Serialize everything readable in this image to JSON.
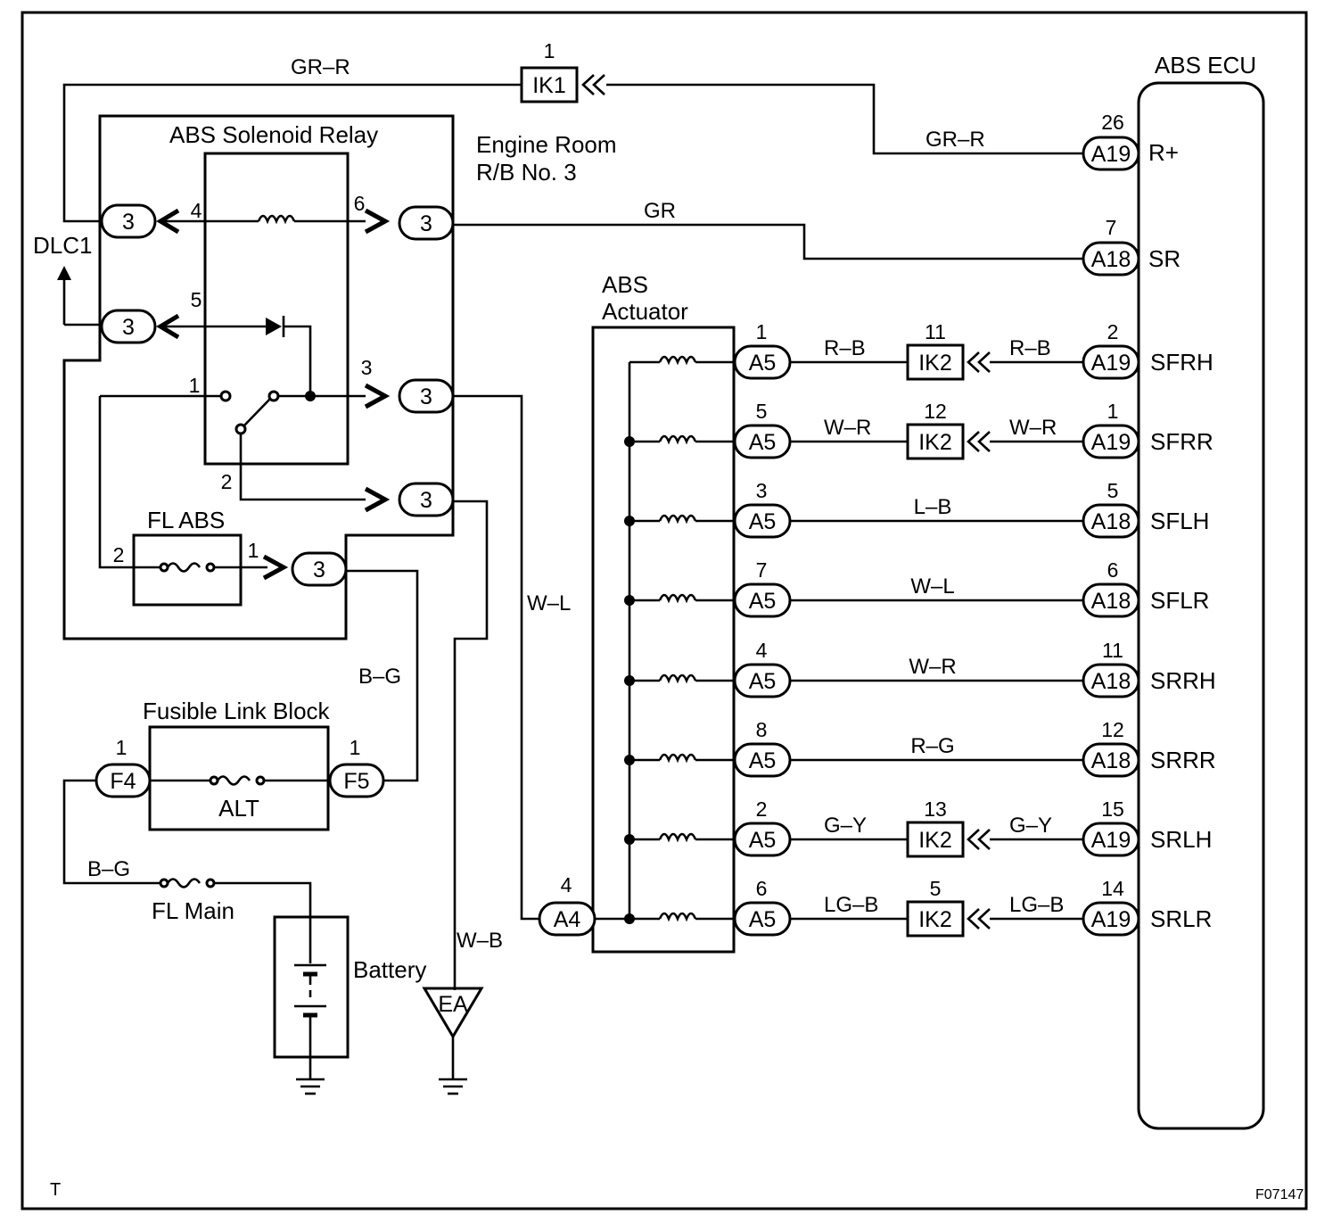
{
  "figure_id": "F07147",
  "corner_mark": "T",
  "components": {
    "abs_ecu": "ABS ECU",
    "abs_solenoid_relay": "ABS Solenoid Relay",
    "engine_room_rb": [
      "Engine Room",
      "R/B No. 3"
    ],
    "abs_actuator": [
      "ABS",
      "Actuator"
    ],
    "dlc": "DLC1",
    "fl_abs": "FL ABS",
    "fusible_link_block": "Fusible Link Block",
    "alt": "ALT",
    "fl_main": "FL Main",
    "battery": "Battery",
    "ground": "EA"
  },
  "wires": {
    "gr_r_top": "GR–R",
    "gr_r_ecu": "GR–R",
    "gr": "GR",
    "w_l": "W–L",
    "b_g_upper": "B–G",
    "b_g_lower": "B–G",
    "w_b": "W–B"
  },
  "ik1": {
    "label": "IK1",
    "pin": "1"
  },
  "relay_connectors": [
    {
      "label": "3",
      "pin": "4"
    },
    {
      "label": "3",
      "pin": "6"
    },
    {
      "label": "3",
      "pin": "5"
    },
    {
      "label": "3",
      "pin": "3"
    },
    {
      "label": "3",
      "pin": ""
    },
    {
      "label": "3",
      "pin": "1"
    }
  ],
  "relay_pins": {
    "p1": "1",
    "p2": "2",
    "fl_left": "2"
  },
  "fusible_connectors": [
    {
      "label": "F4",
      "pin": "1"
    },
    {
      "label": "F5",
      "pin": "1"
    }
  ],
  "a4": {
    "label": "A4",
    "pin": "4"
  },
  "ecu_terminals": [
    {
      "name": "R+",
      "conn": "A19",
      "pin": "26"
    },
    {
      "name": "SR",
      "conn": "A18",
      "pin": "7"
    }
  ],
  "actuator_rows": [
    {
      "a_pin": "1",
      "a_conn": "A5",
      "wire_left": "R–B",
      "ik_conn": "IK2",
      "ik_pin": "11",
      "wire_right": "R–B",
      "ecu_conn": "A19",
      "ecu_pin": "2",
      "terminal": "SFRH"
    },
    {
      "a_pin": "5",
      "a_conn": "A5",
      "wire_left": "W–R",
      "ik_conn": "IK2",
      "ik_pin": "12",
      "wire_right": "W–R",
      "ecu_conn": "A19",
      "ecu_pin": "1",
      "terminal": "SFRR"
    },
    {
      "a_pin": "3",
      "a_conn": "A5",
      "wire_left": "",
      "ik_conn": "",
      "ik_pin": "",
      "wire_right": "L–B",
      "ecu_conn": "A18",
      "ecu_pin": "5",
      "terminal": "SFLH"
    },
    {
      "a_pin": "7",
      "a_conn": "A5",
      "wire_left": "",
      "ik_conn": "",
      "ik_pin": "",
      "wire_right": "W–L",
      "ecu_conn": "A18",
      "ecu_pin": "6",
      "terminal": "SFLR"
    },
    {
      "a_pin": "4",
      "a_conn": "A5",
      "wire_left": "",
      "ik_conn": "",
      "ik_pin": "",
      "wire_right": "W–R",
      "ecu_conn": "A18",
      "ecu_pin": "11",
      "terminal": "SRRH"
    },
    {
      "a_pin": "8",
      "a_conn": "A5",
      "wire_left": "",
      "ik_conn": "",
      "ik_pin": "",
      "wire_right": "R–G",
      "ecu_conn": "A18",
      "ecu_pin": "12",
      "terminal": "SRRR"
    },
    {
      "a_pin": "2",
      "a_conn": "A5",
      "wire_left": "G–Y",
      "ik_conn": "IK2",
      "ik_pin": "13",
      "wire_right": "G–Y",
      "ecu_conn": "A19",
      "ecu_pin": "15",
      "terminal": "SRLH"
    },
    {
      "a_pin": "6",
      "a_conn": "A5",
      "wire_left": "LG–B",
      "ik_conn": "IK2",
      "ik_pin": "5",
      "wire_right": "LG–B",
      "ecu_conn": "A19",
      "ecu_pin": "14",
      "terminal": "SRLR"
    }
  ]
}
